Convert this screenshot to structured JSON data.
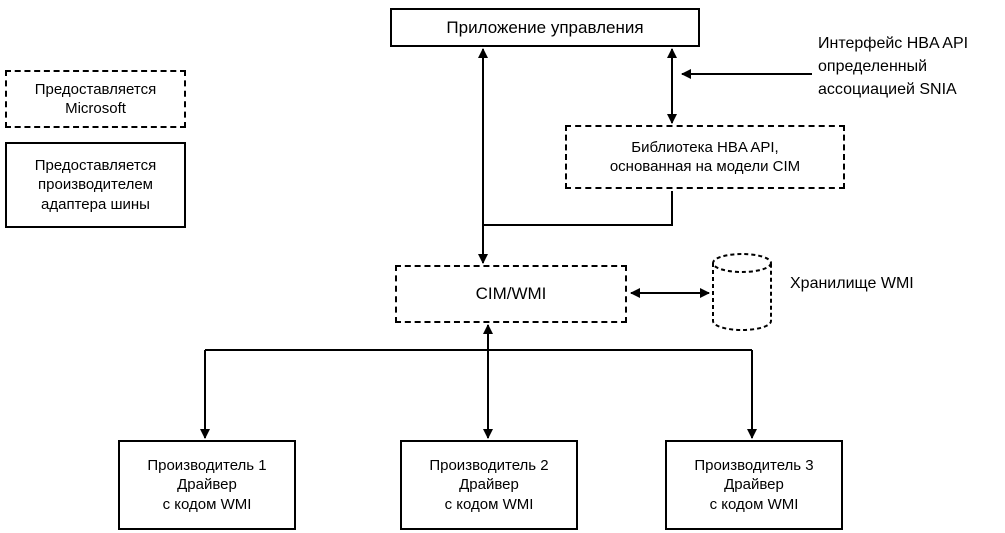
{
  "diagram": {
    "app_box": {
      "label": "Приложение управления"
    },
    "snia_note": {
      "lines": [
        "Интерфейс HBA API",
        "определенный",
        "ассоциацией SNIA"
      ]
    },
    "legend": {
      "microsoft": {
        "lines": [
          "Предоставляется",
          "Microsoft"
        ]
      },
      "vendor": {
        "lines": [
          "Предоставляется",
          "производителем",
          "адаптера шины"
        ]
      }
    },
    "hba_library": {
      "lines": [
        "Библиотека HBA API,",
        "основанная на модели CIM"
      ]
    },
    "cim_wmi": {
      "label": "CIM/WMI"
    },
    "wmi_storage": {
      "label": "Хранилище WMI"
    },
    "drivers": [
      {
        "lines": [
          "Производитель 1",
          "Драйвер",
          "с кодом WMI"
        ]
      },
      {
        "lines": [
          "Производитель 2",
          "Драйвер",
          "с кодом WMI"
        ]
      },
      {
        "lines": [
          "Производитель 3",
          "Драйвер",
          "с кодом WMI"
        ]
      }
    ]
  },
  "colors": {
    "line": "#000000",
    "background": "#ffffff",
    "text": "#000000"
  }
}
